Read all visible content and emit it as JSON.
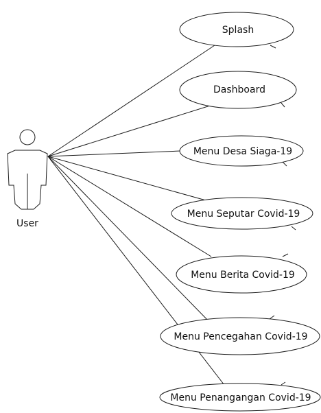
{
  "actor": {
    "label": "User"
  },
  "use_cases": [
    {
      "label": "Splash"
    },
    {
      "label": "Dashboard"
    },
    {
      "label": "Menu Desa Siaga-19"
    },
    {
      "label": "Menu Seputar Covid-19"
    },
    {
      "label": "Menu Berita Covid-19"
    },
    {
      "label": "Menu Pencegahan Covid-19"
    },
    {
      "label": "Menu Penangangan Covid-19"
    }
  ]
}
